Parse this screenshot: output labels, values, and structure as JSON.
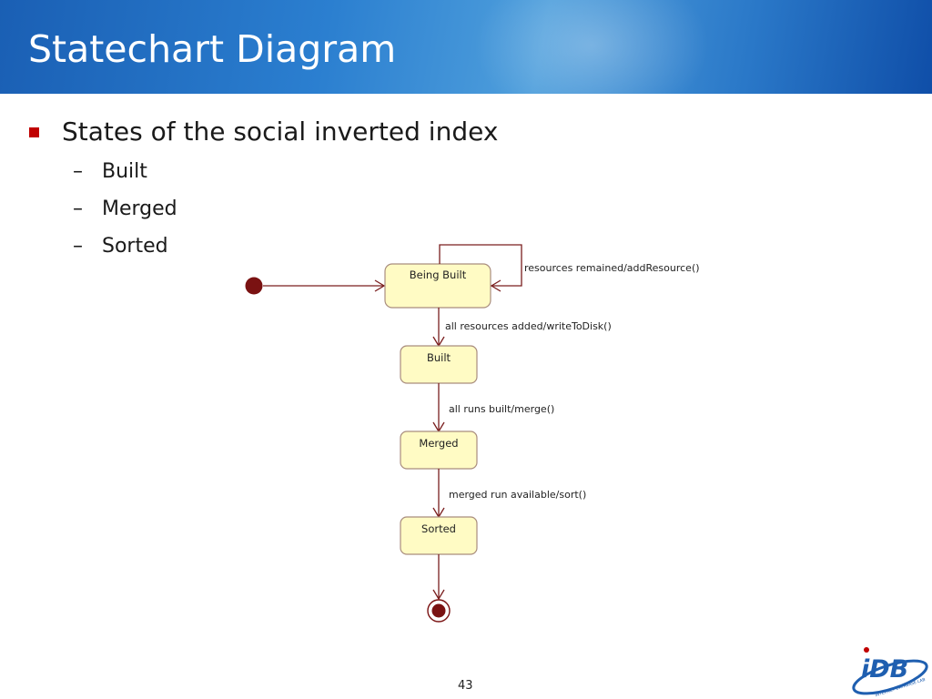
{
  "slide": {
    "title": "Statechart Diagram",
    "bullet": "States of the social inverted index",
    "sub_items": [
      "Built",
      "Merged",
      "Sorted"
    ],
    "page_number": "43"
  },
  "diagram": {
    "states": {
      "being_built": "Being Built",
      "built": "Built",
      "merged": "Merged",
      "sorted": "Sorted"
    },
    "transitions": {
      "self_loop": "resources remained/addResource()",
      "being_built_to_built": "all resources added/writeToDisk()",
      "built_to_merged": "all runs built/merge()",
      "merged_to_sorted": "merged run available/sort()"
    }
  },
  "logo": {
    "mark": "iDB",
    "ring_text": "INTERNET DATABASE LAB",
    "colors": {
      "primary": "#1f5fb0",
      "accent": "#c00000"
    }
  }
}
